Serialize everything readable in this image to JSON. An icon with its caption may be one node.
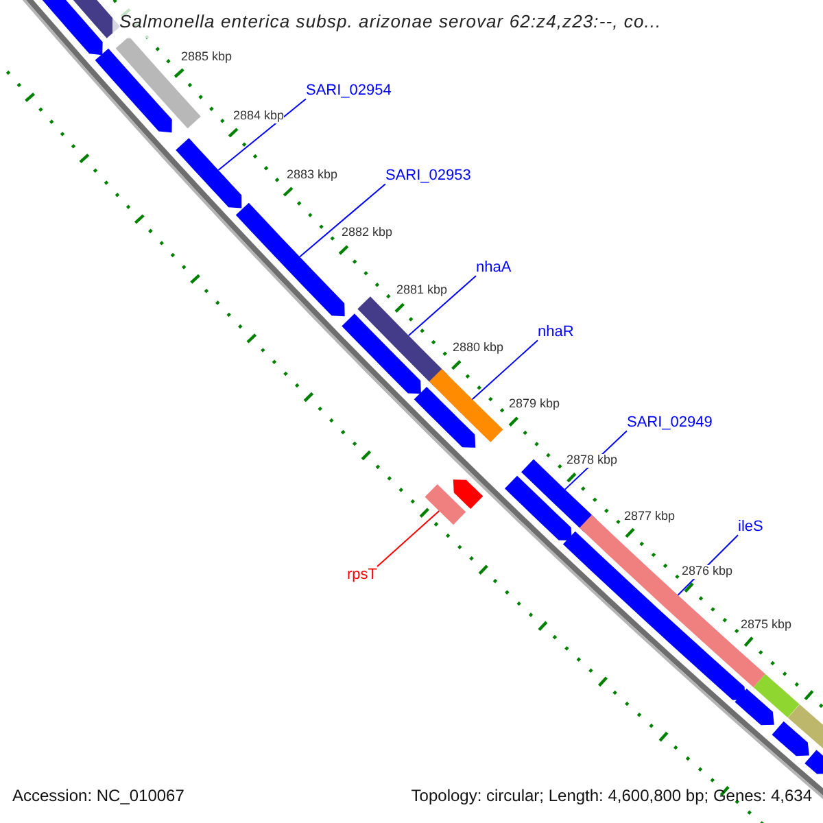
{
  "diagram": {
    "title": "Salmonella enterica subsp. arizonae serovar 62:z4,z23:--, co...",
    "nodes": [
      {
        "text": [
          "SARI_02954"
        ]
      },
      {
        "text": [
          "SARI_02953"
        ]
      },
      {
        "text": [
          "nhaA"
        ]
      },
      {
        "text": [
          "nhaR"
        ]
      },
      {
        "text": [
          "SARI_02949"
        ]
      },
      {
        "text": [
          "ileS"
        ]
      },
      {
        "text": [
          "rpsT"
        ]
      },
      {
        "text": [],
        "shape": "pentagon"
      },
      {
        "text": [],
        "shape": "bar"
      },
      {
        "text": [],
        "shape": "bar"
      },
      {
        "text": [],
        "shape": "pentagon"
      },
      {
        "text": [],
        "shape": "pentagon"
      },
      {
        "text": [],
        "shape": "pentagon"
      },
      {
        "text": [],
        "shape": "bar"
      },
      {
        "text": [],
        "shape": "pentagon"
      },
      {
        "text": [],
        "shape": "bar"
      },
      {
        "text": [],
        "shape": "pentagon"
      },
      {
        "text": [],
        "shape": "bar"
      },
      {
        "text": [],
        "shape": "pentagon"
      },
      {
        "text": [],
        "shape": "pentagon"
      },
      {
        "text": [],
        "shape": "bar"
      },
      {
        "text": [],
        "shape": "bar"
      },
      {
        "text": [],
        "shape": "pentagon"
      },
      {
        "text": [],
        "shape": "bar"
      },
      {
        "text": [],
        "shape": "pentagon"
      },
      {
        "text": [],
        "shape": "bar"
      },
      {
        "text": [],
        "shape": "pentagon"
      },
      {
        "text": [],
        "shape": "pentagon"
      }
    ],
    "edges": [
      {
        "from": 0,
        "to": 11,
        "arrow": "none"
      },
      {
        "from": 1,
        "to": 12,
        "arrow": "none"
      },
      {
        "from": 2,
        "to": 13,
        "arrow": "none"
      },
      {
        "from": 3,
        "to": 15,
        "arrow": "none"
      },
      {
        "from": 4,
        "to": 17,
        "arrow": "none"
      },
      {
        "from": 5,
        "to": 21,
        "arrow": "none"
      },
      {
        "from": 6,
        "to": 20,
        "arrow": "none",
        "color": "#ff0000"
      }
    ],
    "labels": [
      "2885 kbp",
      "2884 kbp",
      "2883 kbp",
      "2882 kbp",
      "2881 kbp",
      "2880 kbp",
      "2879 kbp",
      "2878 kbp",
      "2877 kbp",
      "2876 kbp",
      "2875 kbp",
      "Accession: NC_010067",
      "Topology: circular; Length: 4,600,800 bp; Genes: 4,634"
    ]
  }
}
